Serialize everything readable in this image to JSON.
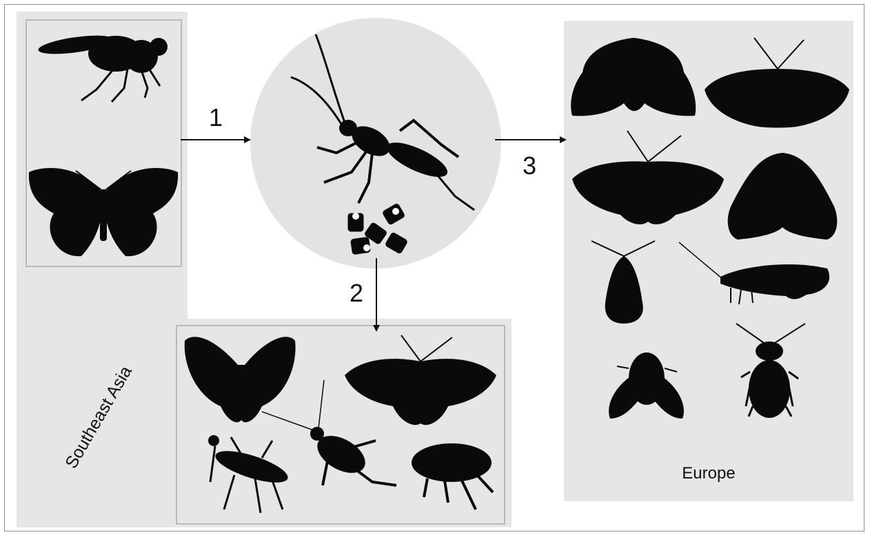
{
  "regions": {
    "southeast_asia": "Southeast Asia",
    "europe": "Europe"
  },
  "steps": [
    "1",
    "2",
    "3"
  ],
  "colors": {
    "region_fill": "#e6e6e6",
    "silhouette": "#0a0a0a",
    "arrow": "#111111",
    "frame": "#8c8c8c"
  }
}
